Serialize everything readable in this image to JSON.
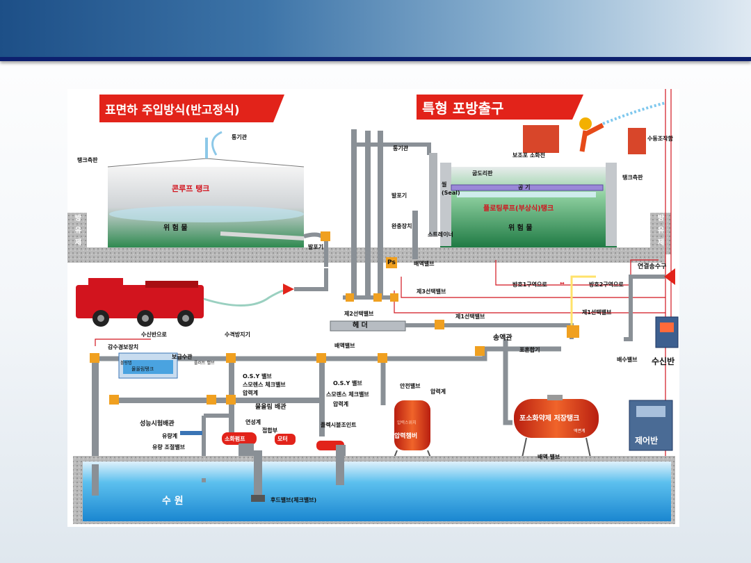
{
  "colors": {
    "header_blue": "#1d4f87",
    "header_rule": "#0c1f6e",
    "pipe_gray": "#8a9096",
    "fitting_orange": "#f0a020",
    "water_blue": "#1e9be0",
    "tank_green": "#2f9a5a",
    "alarm_red": "#d2141e"
  },
  "diagram": {
    "title_left": "표면하 주입방식(반고정식)",
    "title_right": "특형 포방출구",
    "left_tank": {
      "vent": "통기관",
      "side_plate": "탱크측판",
      "name": "콘루프 탱크",
      "liquid": "위 험 물",
      "dike": "방 유 제",
      "foam_maker": "발포기"
    },
    "right_tank": {
      "vent": "통기관",
      "gutter": "굽도리판",
      "seal_label": "씰",
      "seal": "(Seal)",
      "air": "공 기",
      "name": "플로팅루프(부상식)탱크",
      "liquid": "위 험 물",
      "side_plate": "탱크측판",
      "dike": "방 유 제",
      "foam_maker": "발포기",
      "aux_hydrant": "보조포 소화전",
      "manual_station": "수동조작함",
      "buffer": "완충장치",
      "strainer": "스트레이너"
    },
    "pipes": {
      "drain_valve": "배액밸브",
      "ps": "Ps",
      "valve3": "제3선택밸브",
      "valve2": "제2선택밸브",
      "header": "헤  더",
      "valve1": "제1선택밸브",
      "valve1b": "제1선택밸브",
      "zone1": "방호1구역으로",
      "zone2": "방호2구역으로",
      "arrow": "↔",
      "connection": "연결송수구",
      "supply_pipe": "송액관",
      "proportioner": "포혼합기",
      "drain_valve2": "배수밸브",
      "drain_valve3": "배액밸브",
      "drain_valve4": "배액 밸브"
    },
    "panels": {
      "receiver": "수신반",
      "control": "제어반"
    },
    "pump_room": {
      "to_receiver": "수신반으로",
      "level_switch": "감수경보장치",
      "hammer_arrestor": "수격방지기",
      "ballcock": "보급수관",
      "small_text1": "볼링탭",
      "small_text2": "물올림탱크",
      "small_text3": "플러트 밸브",
      "osy1": "O.S.Y 밸브",
      "check1": "스모렌스 체크밸브",
      "gauge1": "압력계",
      "osy2": "O.S.Y 밸브",
      "check2": "스모렌스 체크밸브",
      "gauge2": "압력계",
      "priming_pipe": "물올림 배관",
      "performance_pipe": "성능시험배관",
      "flowmeter": "유량계",
      "flow_valve": "유량 조절밸브",
      "vacuum_gauge": "연성계",
      "joint": "접합부",
      "flexible": "플렉시블조인트",
      "pump": "소화펌프",
      "motor": "모터",
      "safety_valve": "안전밸브",
      "gauge3": "압력계",
      "pressure_tank_small": "압력스위치",
      "pressure_tank": "압력챔버",
      "foam_tank": "포소화약제 저장탱크",
      "level_gauge": "액면계",
      "water_source": "수  원",
      "foot_valve": "후드밸브(체크밸브)"
    }
  }
}
